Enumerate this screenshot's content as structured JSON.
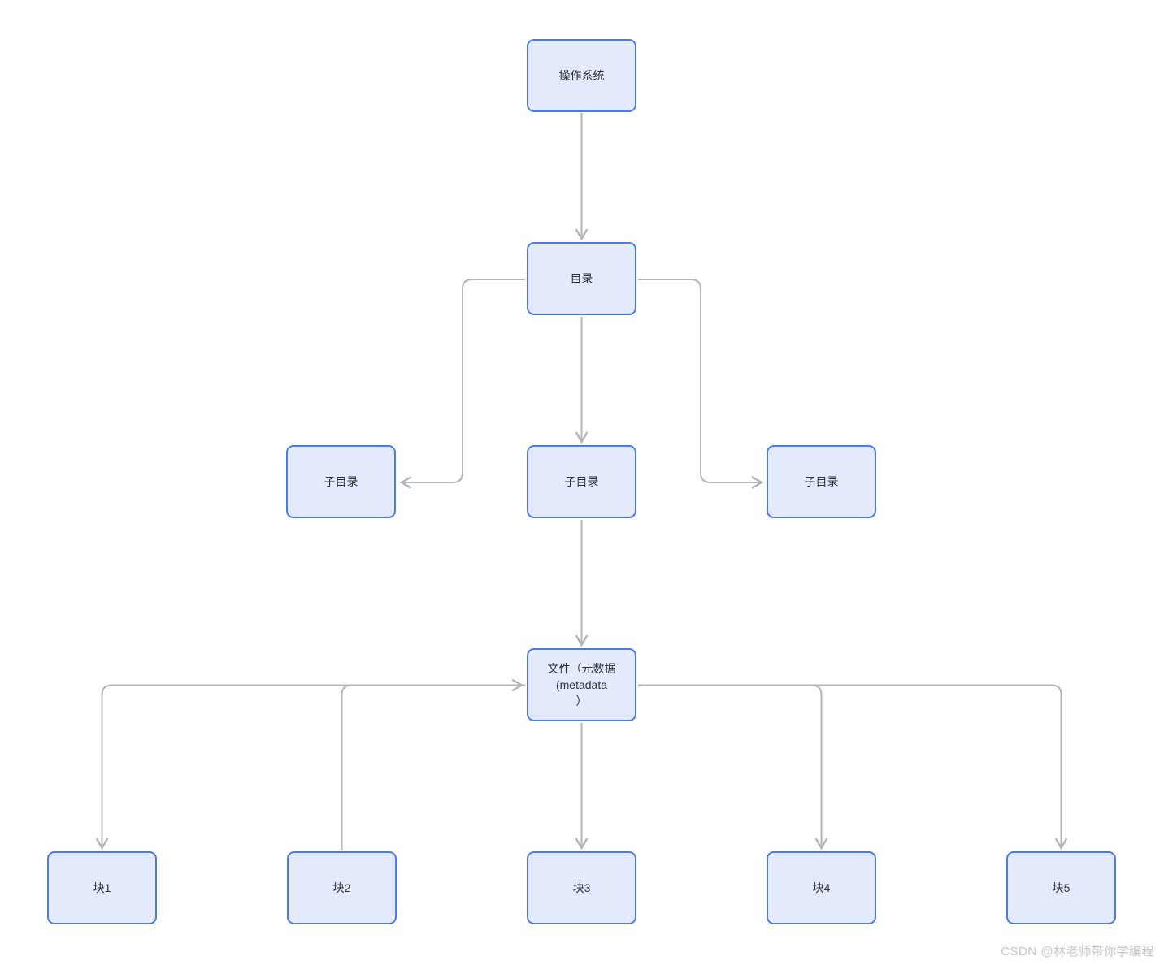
{
  "diagram": {
    "type": "flowchart",
    "nodes": {
      "os": {
        "label": "操作系统"
      },
      "dir": {
        "label": "目录"
      },
      "sub_left": {
        "label": "子目录"
      },
      "sub_mid": {
        "label": "子目录"
      },
      "sub_right": {
        "label": "子目录"
      },
      "file": {
        "label": "文件（元数据（metadata）",
        "lines": [
          "文件（元数据",
          "(metadata",
          "）"
        ]
      },
      "b1": {
        "label": "块1"
      },
      "b2": {
        "label": "块2"
      },
      "b3": {
        "label": "块3"
      },
      "b4": {
        "label": "块4"
      },
      "b5": {
        "label": "块5"
      }
    },
    "edges": [
      {
        "from": "操作系统",
        "to": "目录",
        "arrow": "to"
      },
      {
        "from": "目录",
        "to": "子目录(左)",
        "arrow": "to"
      },
      {
        "from": "目录",
        "to": "子目录(中)",
        "arrow": "to"
      },
      {
        "from": "目录",
        "to": "子目录(右)",
        "arrow": "to"
      },
      {
        "from": "子目录(中)",
        "to": "文件（元数据（metadata）",
        "arrow": "to"
      },
      {
        "from": "文件（元数据（metadata）",
        "to": "块1",
        "arrow": "to"
      },
      {
        "from": "块2",
        "to": "文件（元数据（metadata）",
        "arrow": "to"
      },
      {
        "from": "文件（元数据（metadata）",
        "to": "块3",
        "arrow": "to"
      },
      {
        "from": "文件（元数据（metadata）",
        "to": "块4",
        "arrow": "to"
      },
      {
        "from": "文件（元数据（metadata）",
        "to": "块5",
        "arrow": "to"
      }
    ],
    "colors": {
      "node_fill": "#e2eafb",
      "node_border": "#4c7be9",
      "edge": "#b4b4bb",
      "text": "#2d3238",
      "watermark": "#c9c9c9"
    },
    "watermark": "CSDN @林老师带你学编程"
  }
}
